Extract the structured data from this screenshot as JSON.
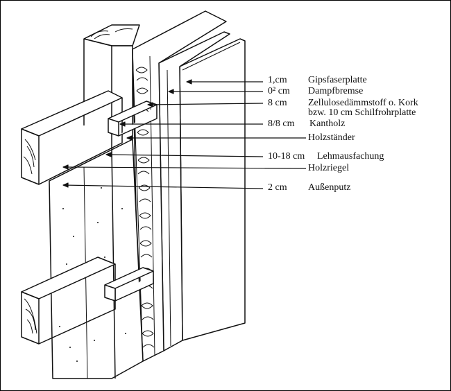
{
  "labels": [
    {
      "dim": "1,cm",
      "name": "Gipsfaserplatte"
    },
    {
      "dim": "0² cm",
      "name": "Dampfbremse"
    },
    {
      "dim": "8 cm",
      "name": "Zellulosedämmstoff o. Kork",
      "name2": "bzw. 10 cm Schilfrohrplatte"
    },
    {
      "dim": "8/8 cm",
      "name": "Kantholz"
    },
    {
      "dim": "",
      "name": "Holzständer"
    },
    {
      "dim": "10-18 cm",
      "name": "Lehmausfachung"
    },
    {
      "dim": "",
      "name": "Holzriegel"
    },
    {
      "dim": "2 cm",
      "name": "Außenputz"
    }
  ]
}
